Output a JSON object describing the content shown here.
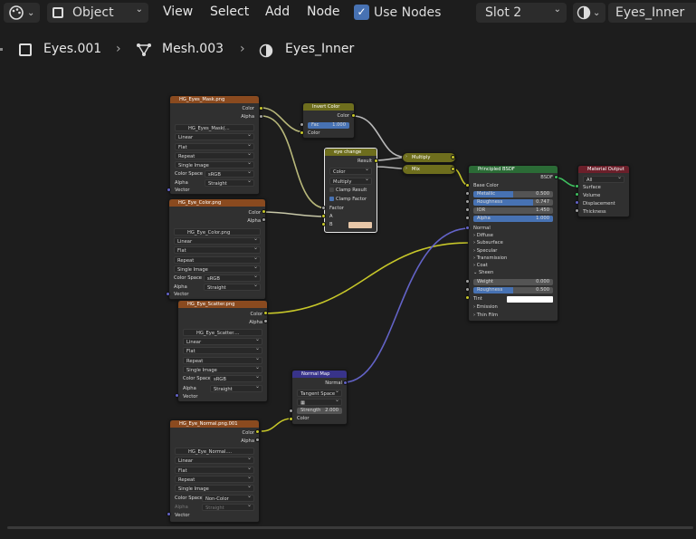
{
  "header": {
    "mode": "Object",
    "menus": [
      "View",
      "Select",
      "Add",
      "Node"
    ],
    "use_nodes_label": "Use Nodes",
    "slot": "Slot 2",
    "material": "Eyes_Inner"
  },
  "breadcrumb": {
    "object": "Eyes.001",
    "mesh": "Mesh.003",
    "material": "Eyes_Inner"
  },
  "nodes": {
    "mask": {
      "title": "HG_Eyes_Mask.png",
      "out_color": "Color",
      "out_alpha": "Alpha",
      "image": "HG_Eyes_Mask(...",
      "interp": "Linear",
      "proj": "Flat",
      "ext": "Repeat",
      "src": "Single Image",
      "cs_label": "Color Space",
      "cs": "sRGB",
      "alpha_label": "Alpha",
      "alpha": "Straight",
      "vector": "Vector"
    },
    "invert": {
      "title": "Invert Color",
      "out": "Color",
      "fac_label": "Fac",
      "fac": "1.000",
      "in_color": "Color"
    },
    "eyechange": {
      "title": "eye change",
      "result": "Result",
      "type": "Color",
      "blend": "Multiply",
      "clamp_result": "Clamp Result",
      "clamp_factor": "Clamp Factor",
      "factor": "Factor",
      "a": "A",
      "b": "B"
    },
    "multiply": {
      "title": "Multiply"
    },
    "mix": {
      "title": "Mix"
    },
    "color": {
      "title": "HG_Eye_Color.png",
      "out_color": "Color",
      "out_alpha": "Alpha",
      "image": "HG_Eye_Color.png",
      "interp": "Linear",
      "proj": "Flat",
      "ext": "Repeat",
      "src": "Single Image",
      "cs_label": "Color Space",
      "cs": "sRGB",
      "alpha_label": "Alpha",
      "alpha": "Straight",
      "vector": "Vector"
    },
    "scatter": {
      "title": "HG_Eye_Scatter.png",
      "out_color": "Color",
      "out_alpha": "Alpha",
      "image": "HG_Eye_Scatter....",
      "interp": "Linear",
      "proj": "Flat",
      "ext": "Repeat",
      "src": "Single Image",
      "cs_label": "Color Space",
      "cs": "sRGB",
      "alpha_label": "Alpha",
      "alpha": "Straight",
      "vector": "Vector"
    },
    "normalmap": {
      "title": "Normal Map",
      "out": "Normal",
      "space": "Tangent Space",
      "strength_label": "Strength",
      "strength": "2.000",
      "in_color": "Color"
    },
    "normal": {
      "title": "HG_Eye_Normal.png.001",
      "out_color": "Color",
      "out_alpha": "Alpha",
      "image": "HG_Eye_Normal....",
      "interp": "Linear",
      "proj": "Flat",
      "ext": "Repeat",
      "src": "Single Image",
      "cs_label": "Color Space",
      "cs": "Non-Color",
      "alpha_label": "Alpha",
      "alpha": "Straight",
      "vector": "Vector"
    },
    "bsdf": {
      "title": "Principled BSDF",
      "out": "BSDF",
      "base_color": "Base Color",
      "metallic_label": "Metallic",
      "metallic": "0.500",
      "roughness_label": "Roughness",
      "roughness": "0.747",
      "ior_label": "IOR",
      "ior": "1.450",
      "alpha_label": "Alpha",
      "alpha": "1.000",
      "normal": "Normal",
      "diffuse": "Diffuse",
      "subsurface": "Subsurface",
      "specular": "Specular",
      "transmission": "Transmission",
      "coat": "Coat",
      "sheen": "Sheen",
      "weight_label": "Weight",
      "weight": "0.000",
      "sheen_rough_label": "Roughness",
      "sheen_rough": "0.500",
      "tint": "Tint",
      "emission": "Emission",
      "thin_film": "Thin Film"
    },
    "output": {
      "title": "Material Output",
      "target": "All",
      "surface": "Surface",
      "volume": "Volume",
      "displacement": "Displacement",
      "thickness": "Thickness"
    }
  },
  "colors": {
    "texture_header": "#8a4a1f",
    "converter_header": "#2f4f3a",
    "color_header": "#6e6e1d",
    "shader_header": "#2b6b36",
    "vector_header": "#38338a",
    "output_header": "#6b1f2a",
    "yellow_socket": "#c7c729",
    "gray_socket": "#a1a1a1",
    "purple_socket": "#6363c7",
    "selected_fill": "#4772b3"
  }
}
